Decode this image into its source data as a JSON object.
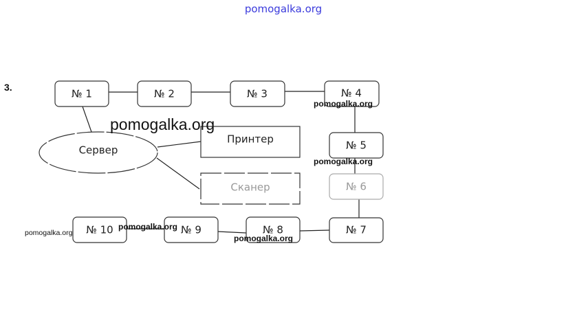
{
  "task_number": "3.",
  "nodes": {
    "n1": "№ 1",
    "n2": "№ 2",
    "n3": "№ 3",
    "n4": "№ 4",
    "n5": "№ 5",
    "n6": "№ 6",
    "n7": "№ 7",
    "n8": "№ 8",
    "n9": "№ 9",
    "n10": "№ 10",
    "server": "Сервер",
    "printer": "Принтер",
    "scanner": "Сканер"
  },
  "watermark": "pomogalka.org",
  "colors": {
    "header_watermark": "#3b3bdc"
  }
}
